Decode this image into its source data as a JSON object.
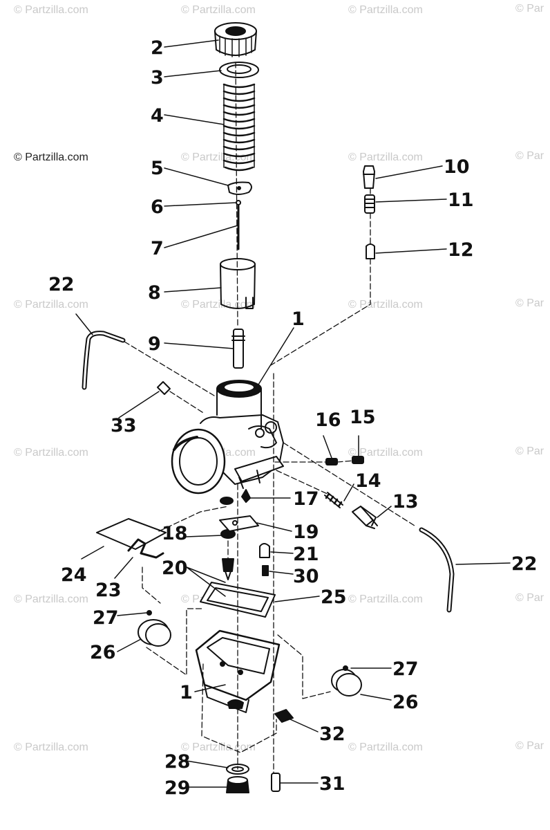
{
  "watermark": "© Partzilla.com",
  "watermark_clipped": "© Par",
  "credit": "© Partzilla.com",
  "labels": {
    "l1a": "1",
    "l1b": "1",
    "l2": "2",
    "l3": "3",
    "l4": "4",
    "l5": "5",
    "l6": "6",
    "l7": "7",
    "l8": "8",
    "l9": "9",
    "l10": "10",
    "l11": "11",
    "l12": "12",
    "l13": "13",
    "l14": "14",
    "l15": "15",
    "l16": "16",
    "l17": "17",
    "l18": "18",
    "l19": "19",
    "l20": "20",
    "l21": "21",
    "l22a": "22",
    "l22b": "22",
    "l23": "23",
    "l24": "24",
    "l25": "25",
    "l26a": "26",
    "l26b": "26",
    "l27a": "27",
    "l27b": "27",
    "l28": "28",
    "l29": "29",
    "l30": "30",
    "l31": "31",
    "l32": "32",
    "l33": "33"
  },
  "colors": {
    "ink": "#111111",
    "watermark": "#c9c9c9",
    "background": "#ffffff"
  }
}
